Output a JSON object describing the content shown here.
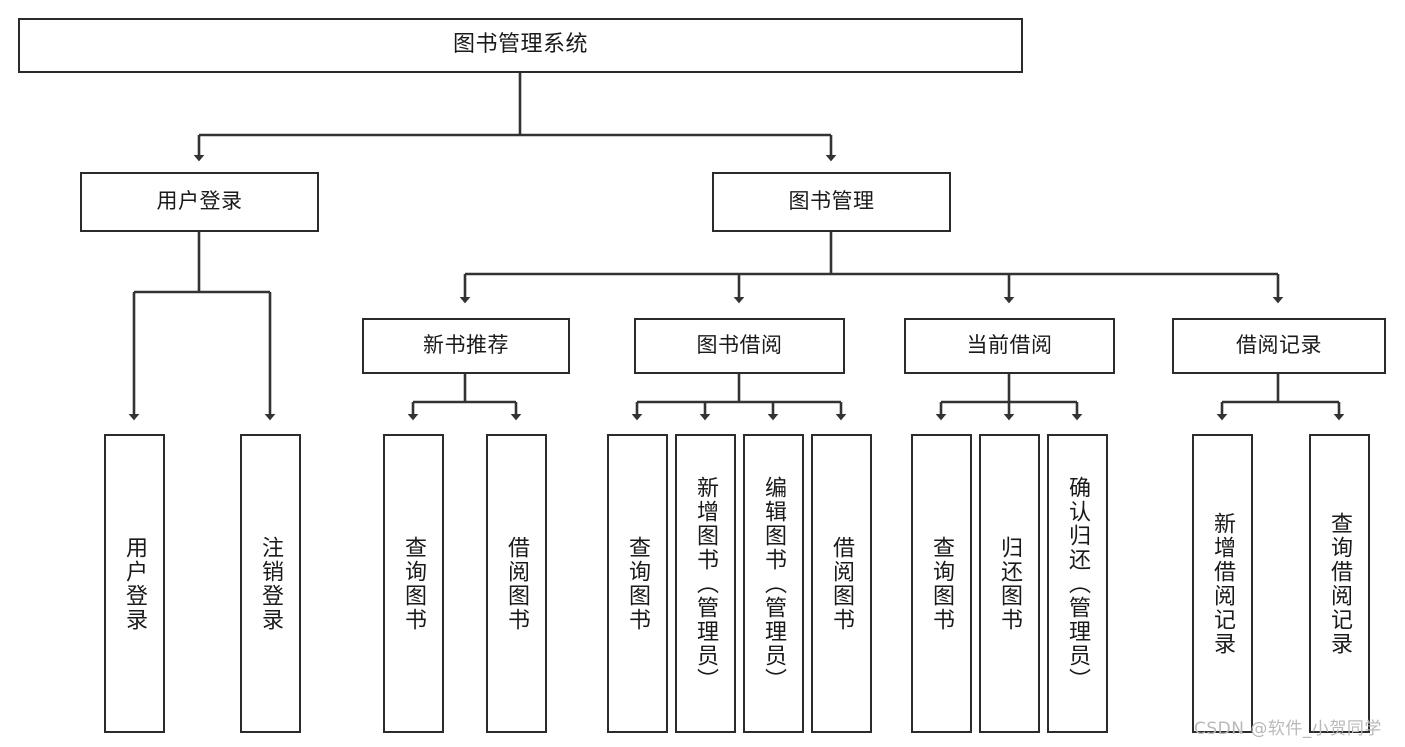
{
  "diagram": {
    "title": "图书管理系统",
    "type": "tree",
    "watermark": "CSDN @软件_小贺同学",
    "colors": {
      "border": "#2b2b2b",
      "fill": "#ffffff",
      "edge": "#333333",
      "text": "#1a1a1a",
      "watermark": "#b9b9b9"
    },
    "nodes": {
      "root": {
        "label": "图书管理系统"
      },
      "level2": [
        {
          "id": "user-login",
          "label": "用户登录"
        },
        {
          "id": "book-manage",
          "label": "图书管理"
        }
      ],
      "level3": [
        {
          "id": "new-book-rec",
          "label": "新书推荐"
        },
        {
          "id": "book-borrow",
          "label": "图书借阅"
        },
        {
          "id": "current-borrow",
          "label": "当前借阅"
        },
        {
          "id": "borrow-record",
          "label": "借阅记录"
        }
      ],
      "leaves": {
        "user-login": [
          {
            "id": "leaf-user-login",
            "label": "用户登录"
          },
          {
            "id": "leaf-logout",
            "label": "注销登录"
          }
        ],
        "new-book-rec": [
          {
            "id": "leaf-query-book-1",
            "label": "查询图书"
          },
          {
            "id": "leaf-borrow-book-1",
            "label": "借阅图书"
          }
        ],
        "book-borrow": [
          {
            "id": "leaf-query-book-2",
            "label": "查询图书"
          },
          {
            "id": "leaf-add-book",
            "label": "新增图书（管理员）"
          },
          {
            "id": "leaf-edit-book",
            "label": "编辑图书（管理员）"
          },
          {
            "id": "leaf-borrow-book-2",
            "label": "借阅图书"
          }
        ],
        "current-borrow": [
          {
            "id": "leaf-query-book-3",
            "label": "查询图书"
          },
          {
            "id": "leaf-return-book",
            "label": "归还图书"
          },
          {
            "id": "leaf-confirm-return",
            "label": "确认归还（管理员）"
          }
        ],
        "borrow-record": [
          {
            "id": "leaf-add-record",
            "label": "新增借阅记录"
          },
          {
            "id": "leaf-query-record",
            "label": "查询借阅记录"
          }
        ]
      }
    }
  }
}
